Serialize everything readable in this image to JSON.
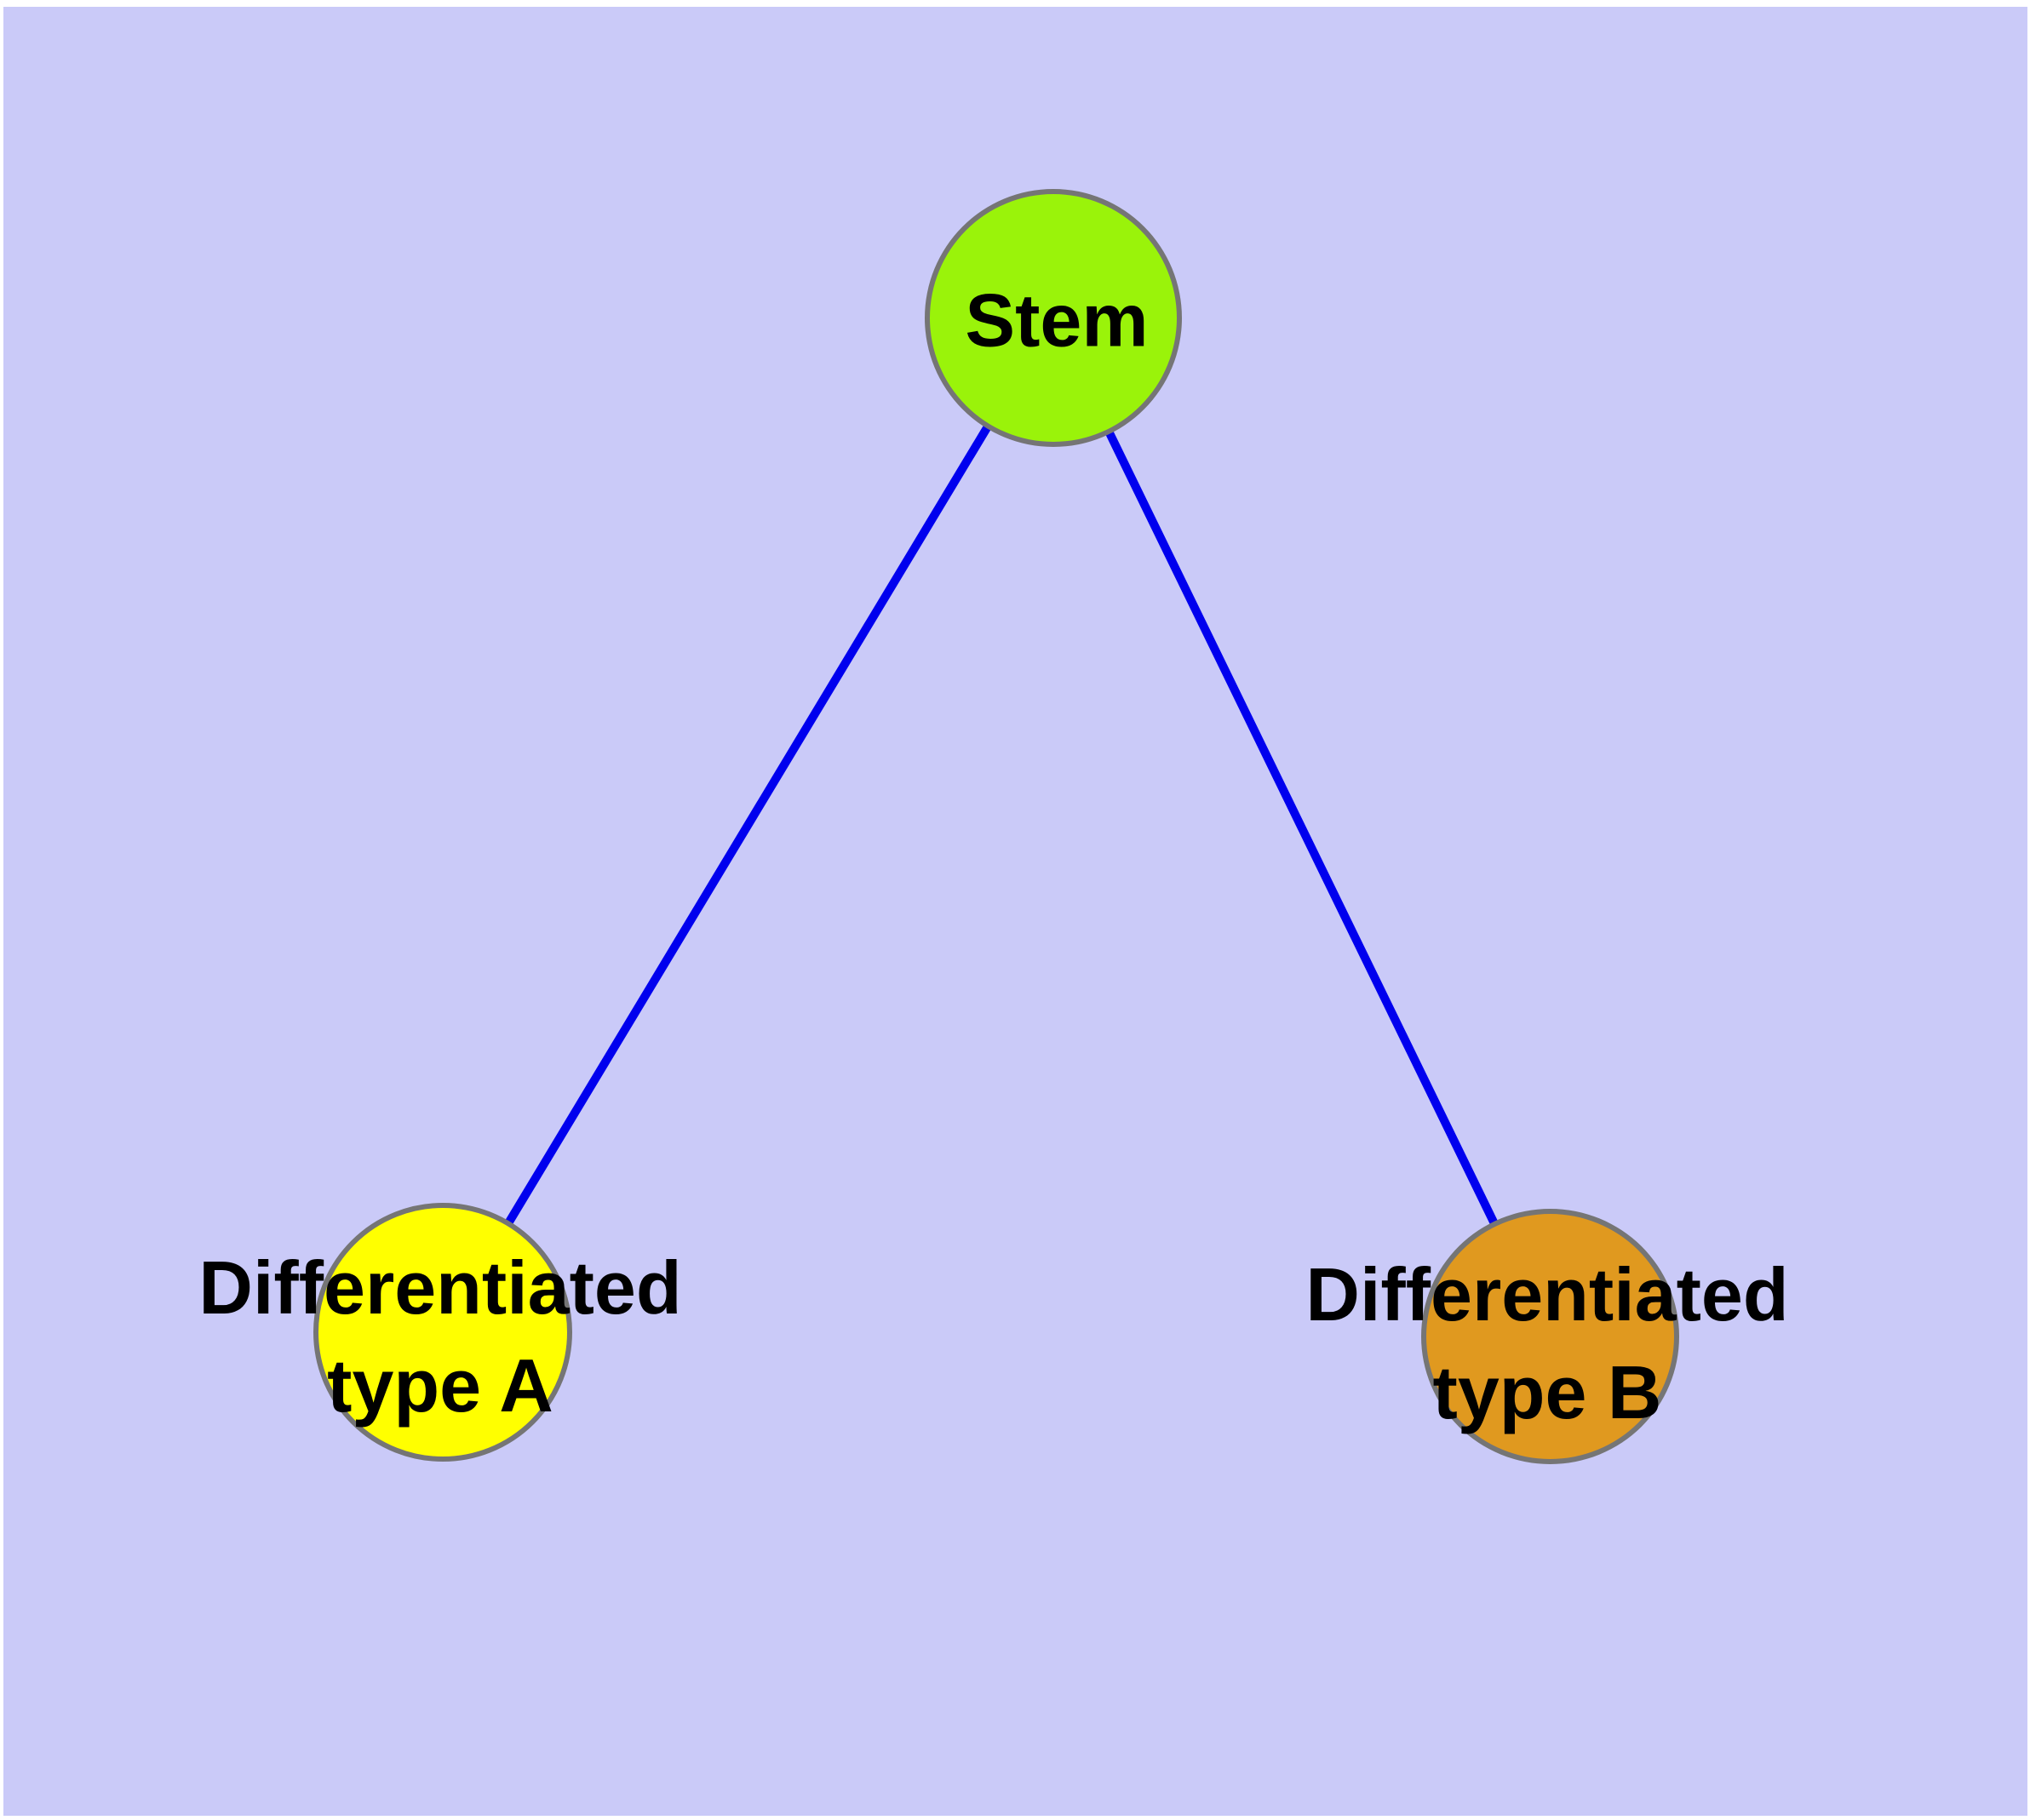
{
  "diagram": {
    "type": "node-link-graph",
    "nodes": {
      "stem": {
        "id": "stem",
        "label": "Stem",
        "fill": "#9AF30A",
        "shape": "circle"
      },
      "type_a": {
        "id": "type_a",
        "lines": [
          "Differentiated",
          "type A"
        ],
        "fill": "#FFFF00",
        "shape": "circle"
      },
      "type_b": {
        "id": "type_b",
        "lines": [
          "Differentiated",
          "type B"
        ],
        "fill": "#E0991F",
        "shape": "circle"
      }
    },
    "edges": [
      {
        "from": "stem",
        "to": "type_a"
      },
      {
        "from": "stem",
        "to": "type_b"
      }
    ]
  },
  "colors": {
    "background": "#CACAF8",
    "page_margin": "#FFFFFF",
    "edge": "#0000EE",
    "node_border": "#757575",
    "label_text": "#000000"
  }
}
